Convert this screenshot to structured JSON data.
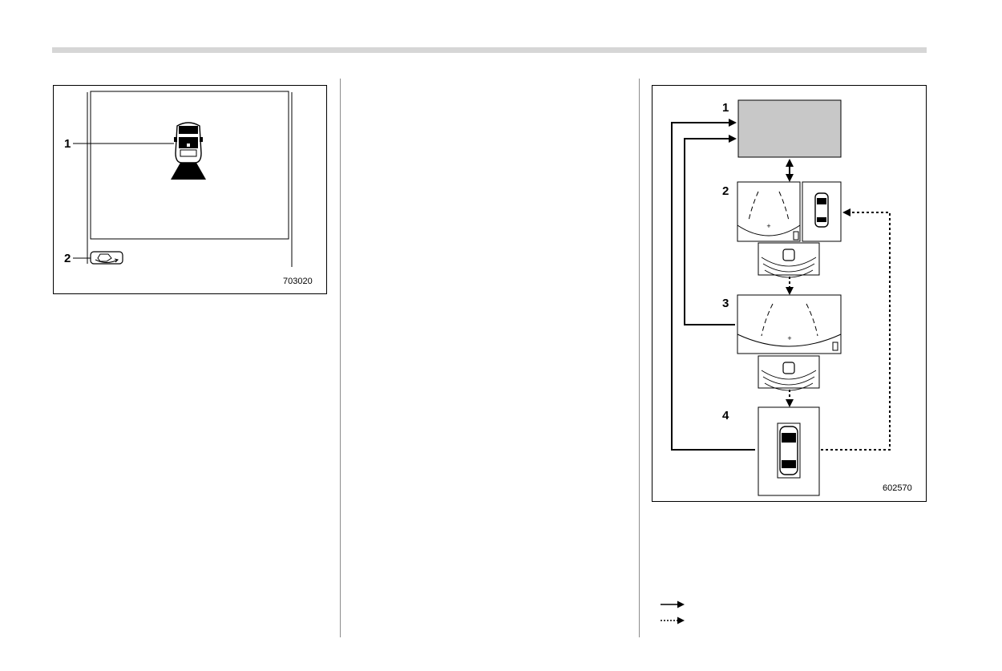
{
  "figure_left": {
    "callouts": [
      "1",
      "2"
    ],
    "code": "703020",
    "icons": [
      "vehicle-rear-view-icon",
      "camera-switch-icon"
    ]
  },
  "figure_right": {
    "callouts": [
      "1",
      "2",
      "3",
      "4"
    ],
    "code": "602570",
    "icons": [
      "gray-screen",
      "front-camera-view",
      "top-view-car-icon",
      "camera-range-icon",
      "car-top-view-icon"
    ]
  },
  "legend": {
    "icons": [
      "solid-arrow-icon",
      "dotted-arrow-icon"
    ]
  }
}
